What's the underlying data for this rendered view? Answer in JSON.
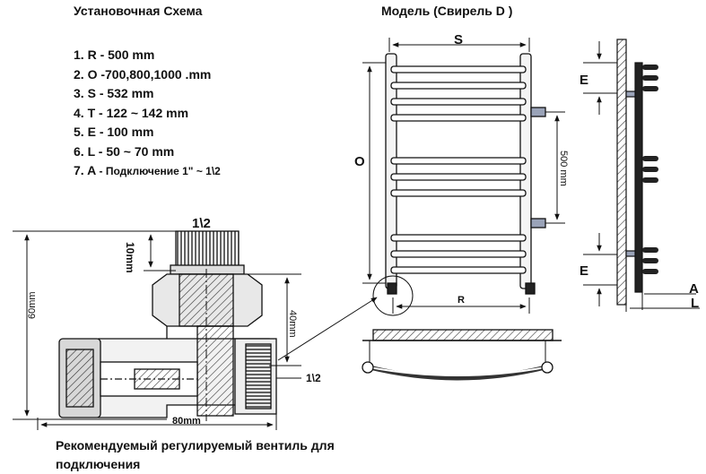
{
  "titles": {
    "install_scheme": "Установочная Схема",
    "model": "Модель (Свирель D )"
  },
  "specs": [
    {
      "num": "1.",
      "key": "R",
      "val": "- 500 mm"
    },
    {
      "num": "2.",
      "key": "O",
      "val": "-700,800,1000 .mm"
    },
    {
      "num": "3.",
      "key": "S",
      "val": "- 532 mm"
    },
    {
      "num": "4.",
      "key": "T",
      "val": "- 122 ~ 142 mm"
    },
    {
      "num": "5.",
      "key": "E",
      "val": "- 100 mm"
    },
    {
      "num": "6.",
      "key": "L",
      "val": "- 50 ~ 70 mm"
    },
    {
      "num": "7.",
      "key": "A",
      "val": "- Подключение   1\" ~  1\\2"
    }
  ],
  "valve": {
    "thread_top": "1\\2",
    "thread_side": "1\\2",
    "dim_10": "10mm",
    "dim_60": "60mm",
    "dim_40": "40mm",
    "dim_80": "80mm"
  },
  "front": {
    "S": "S",
    "O": "O",
    "R": "R",
    "dim_500": "500 mm"
  },
  "side": {
    "E_top": "E",
    "E_bottom": "E",
    "A": "A",
    "L": "L"
  },
  "footer": "Рекомендуемый регулируемый вентиль для подключения"
}
